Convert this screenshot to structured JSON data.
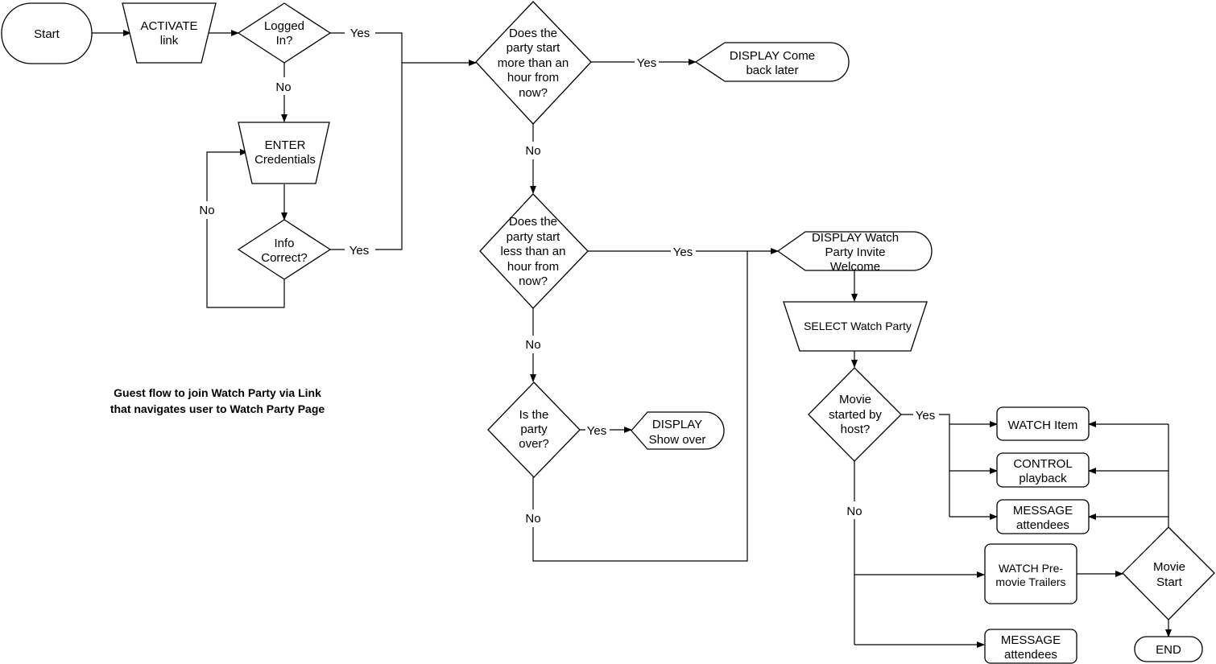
{
  "caption": {
    "line1": "Guest flow to join Watch Party via Link",
    "line2": "that navigates user to Watch Party Page"
  },
  "nodes": {
    "start": "Start",
    "activate_1": "ACTIVATE",
    "activate_2": "link",
    "logged_1": "Logged",
    "logged_2": "In?",
    "enter_1": "ENTER",
    "enter_2": "Credentials",
    "info_1": "Info",
    "info_2": "Correct?",
    "more_1": "Does the",
    "more_2": "party start",
    "more_3": "more than an",
    "more_4": "hour from",
    "more_5": "now?",
    "comeback_1": "DISPLAY Come",
    "comeback_2": "back later",
    "less_1": "Does the",
    "less_2": "party start",
    "less_3": "less than an",
    "less_4": "hour from",
    "less_5": "now?",
    "over_1": "Is the",
    "over_2": "party",
    "over_3": "over?",
    "showover_1": "DISPLAY",
    "showover_2": "Show over",
    "welcome_1": "DISPLAY Watch",
    "welcome_2": "Party Invite",
    "welcome_3": "Welcome",
    "select": "SELECT Watch Party",
    "started_1": "Movie",
    "started_2": "started by",
    "started_3": "host?",
    "watch_item": "WATCH Item",
    "control_1": "CONTROL",
    "control_2": "playback",
    "message1_1": "MESSAGE",
    "message1_2": "attendees",
    "premovie_1": "WATCH Pre-",
    "premovie_2": "movie Trailers",
    "moviestart_1": "Movie",
    "moviestart_2": "Start",
    "message2_1": "MESSAGE",
    "message2_2": "attendees",
    "end": "END"
  },
  "edge_labels": {
    "logged_yes": "Yes",
    "logged_no": "No",
    "info_yes": "Yes",
    "info_no": "No",
    "more_yes": "Yes",
    "more_no": "No",
    "less_yes": "Yes",
    "less_no": "No",
    "over_yes": "Yes",
    "over_no": "No",
    "started_yes": "Yes",
    "started_no": "No"
  }
}
